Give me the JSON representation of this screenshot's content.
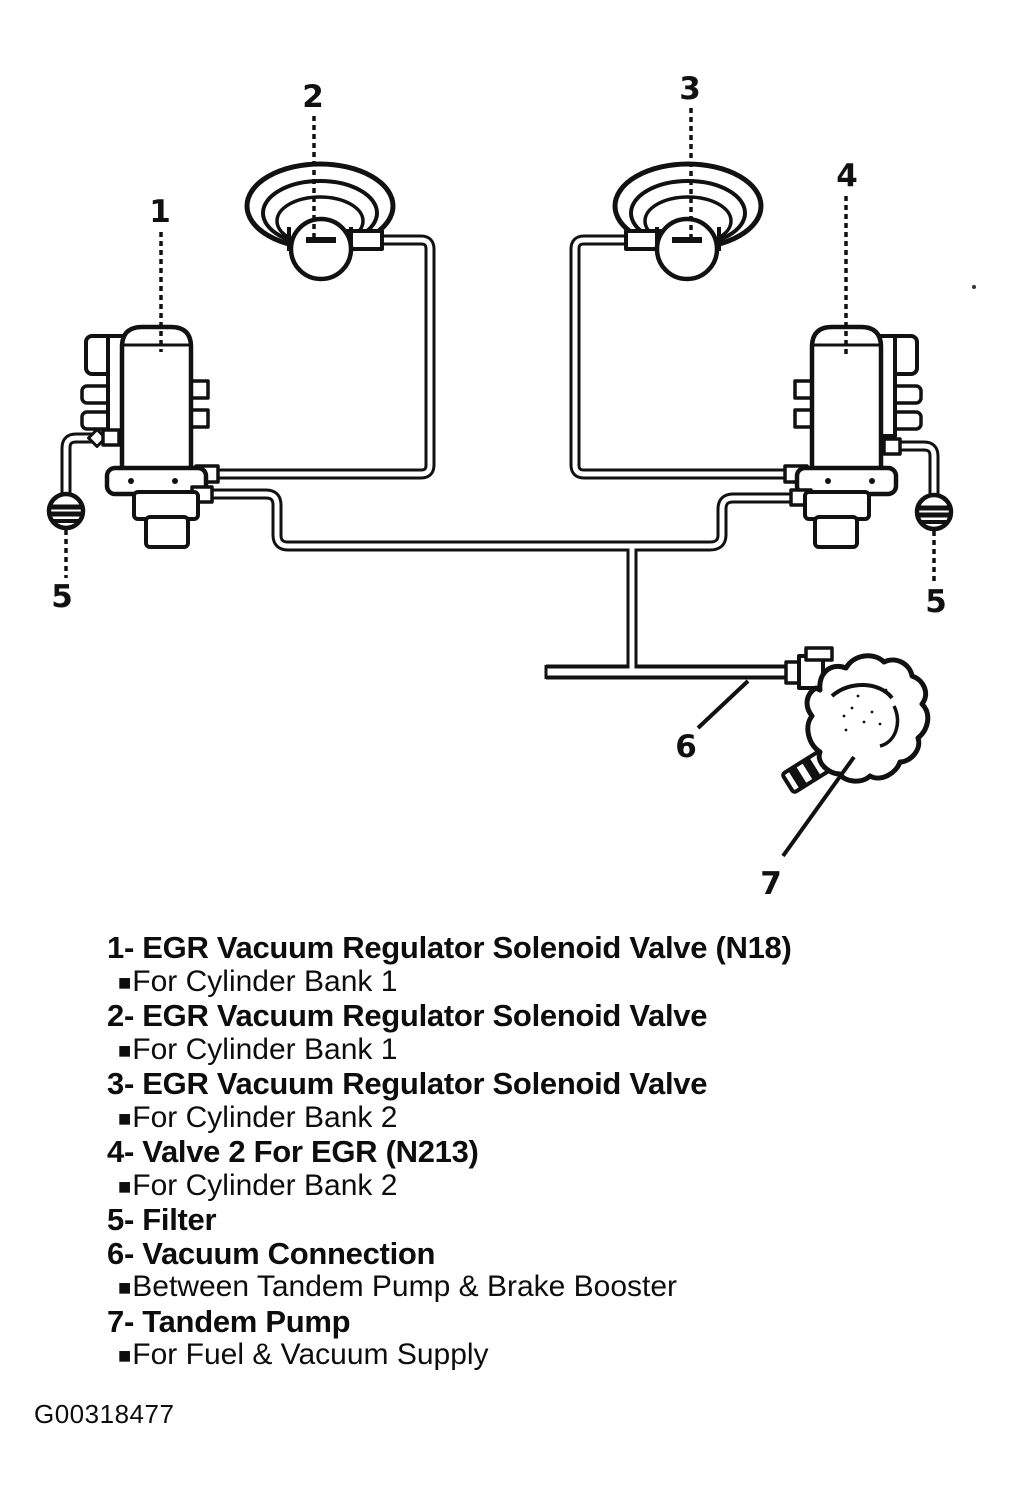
{
  "figure": {
    "callouts": [
      {
        "n": "1"
      },
      {
        "n": "2"
      },
      {
        "n": "3"
      },
      {
        "n": "4"
      },
      {
        "n": "5"
      },
      {
        "n": "5"
      },
      {
        "n": "6"
      },
      {
        "n": "7"
      }
    ]
  },
  "legend": {
    "bullet": "■",
    "items": [
      {
        "label": "1- EGR Vacuum Regulator Solenoid Valve (N18)",
        "sub": "For Cylinder Bank 1"
      },
      {
        "label": "2- EGR Vacuum Regulator Solenoid Valve",
        "sub": "For Cylinder Bank 1"
      },
      {
        "label": "3- EGR Vacuum Regulator Solenoid Valve",
        "sub": "For Cylinder Bank 2"
      },
      {
        "label": "4- Valve 2 For EGR (N213)",
        "sub": "For Cylinder Bank 2"
      },
      {
        "label": "5- Filter",
        "sub": ""
      },
      {
        "label": "6- Vacuum Connection",
        "sub": "Between Tandem Pump & Brake Booster"
      },
      {
        "label": "7- Tandem Pump",
        "sub": "For Fuel & Vacuum Supply"
      }
    ]
  },
  "footer": {
    "code": "G00318477"
  },
  "colors": {
    "ink": "#111111",
    "paper": "#ffffff"
  }
}
